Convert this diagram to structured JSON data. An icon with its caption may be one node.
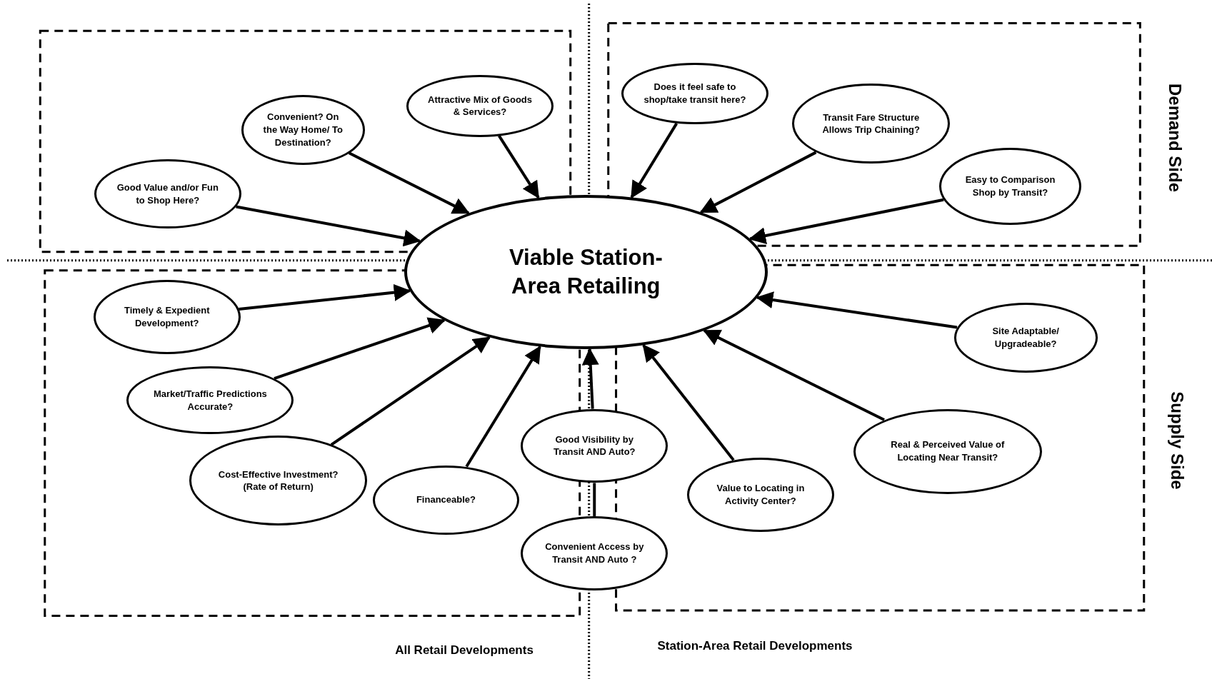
{
  "diagram": {
    "nodes": [
      {
        "text": [
          "Viable Station-Area Retailing"
        ]
      },
      {
        "text": [
          "Good Value and/or Fun to Shop Here?"
        ]
      },
      {
        "text": [
          "Convenient? On the Way Home/ To Destination?"
        ]
      },
      {
        "text": [
          "Attractive Mix of Goods & Services?"
        ]
      },
      {
        "text": [
          "Does it feel safe to shop/take transit here?"
        ]
      },
      {
        "text": [
          "Transit Fare Structure Allows Trip Chaining?"
        ]
      },
      {
        "text": [
          "Easy to Comparison Shop by Transit?"
        ]
      },
      {
        "text": [
          "Timely & Expedient Development?"
        ]
      },
      {
        "text": [
          "Market/Traffic Predictions Accurate?"
        ]
      },
      {
        "text": [
          "Cost-Effective Investment? (Rate of Return)"
        ]
      },
      {
        "text": [
          "Financeable?"
        ]
      },
      {
        "text": [
          "Good Visibility by Transit AND Auto?"
        ]
      },
      {
        "text": [
          "Convenient Access by Transit AND Auto ?"
        ]
      },
      {
        "text": [
          "Value to Locating in Activity Center?"
        ]
      },
      {
        "text": [
          "Real & Perceived Value of Locating Near Transit?"
        ]
      },
      {
        "text": [
          "Site Adaptable/ Upgradeable?"
        ]
      }
    ],
    "edges": [
      {
        "from": 1,
        "to": 0,
        "arrow": "to"
      },
      {
        "from": 2,
        "to": 0,
        "arrow": "to"
      },
      {
        "from": 3,
        "to": 0,
        "arrow": "to"
      },
      {
        "from": 4,
        "to": 0,
        "arrow": "to"
      },
      {
        "from": 5,
        "to": 0,
        "arrow": "to"
      },
      {
        "from": 6,
        "to": 0,
        "arrow": "to"
      },
      {
        "from": 7,
        "to": 0,
        "arrow": "to"
      },
      {
        "from": 8,
        "to": 0,
        "arrow": "to"
      },
      {
        "from": 9,
        "to": 0,
        "arrow": "to"
      },
      {
        "from": 10,
        "to": 0,
        "arrow": "to"
      },
      {
        "from": 11,
        "to": 0,
        "arrow": "to"
      },
      {
        "from": 12,
        "to": 11,
        "arrow": "none"
      },
      {
        "from": 13,
        "to": 0,
        "arrow": "to"
      },
      {
        "from": 14,
        "to": 0,
        "arrow": "to"
      },
      {
        "from": 15,
        "to": 0,
        "arrow": "to"
      }
    ],
    "labels": [
      "Demand Side",
      "Supply Side",
      "All Retail Developments",
      "Station-Area Retail Developments"
    ]
  }
}
